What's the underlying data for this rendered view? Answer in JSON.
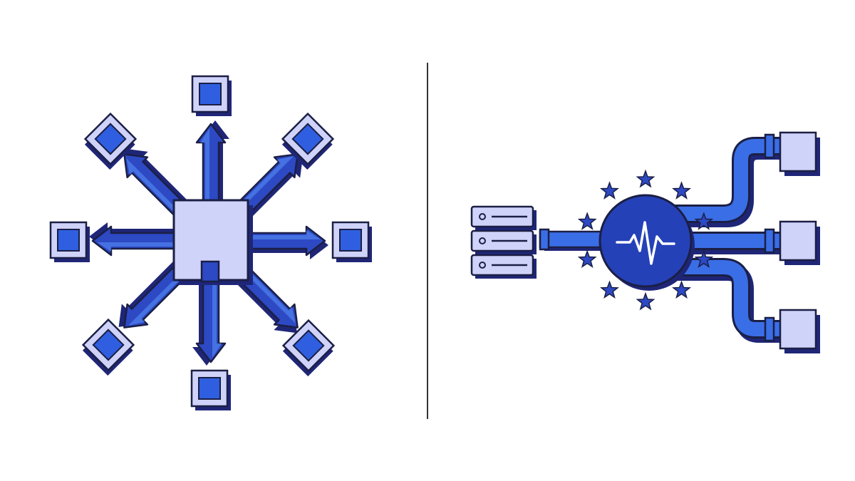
{
  "colors": {
    "background": "#ffffff",
    "outline": "#1b1f45",
    "shadow": "#1f2677",
    "arrow_fill": "#2d49c4",
    "arrow_highlight": "#4a78e8",
    "hub_fill": "#cfd3fa",
    "node_frame": "#cfd3fa",
    "node_core": "#2f5fe0",
    "pipe_fill": "#3a6ee6",
    "pulse_circle": "#2541b8",
    "pulse_line": "#ffffff",
    "star": "#2d49c4",
    "divider": "#333333"
  },
  "left_panel": {
    "hub": "central-hub",
    "node_count": 8,
    "arrow_directions": [
      "north",
      "north-east",
      "east",
      "south-east",
      "south",
      "south-west",
      "west",
      "north-west"
    ]
  },
  "right_panel": {
    "source": "server-stack",
    "server_units": 3,
    "monitor_icon": "heartbeat-icon",
    "star_count": 10,
    "output_count": 3
  }
}
